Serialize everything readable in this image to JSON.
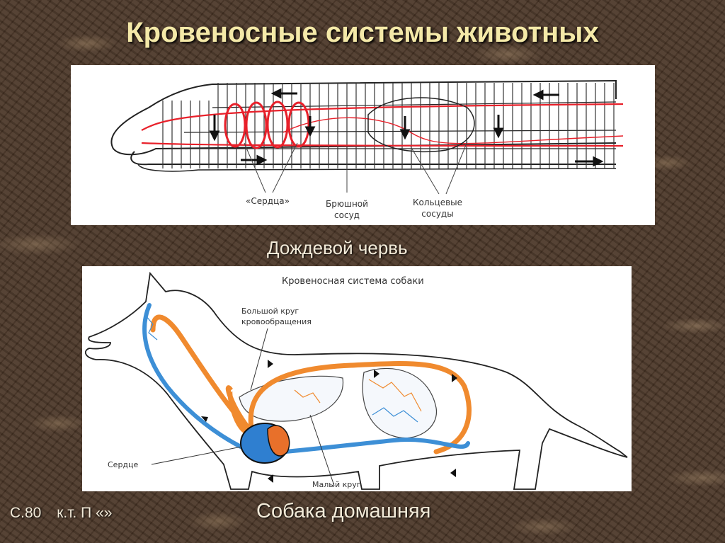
{
  "slide": {
    "title": "Кровеносные системы животных",
    "footnote": {
      "page": "С.80",
      "code": "к.т. П «»"
    }
  },
  "worm": {
    "caption": "Дождевой червь",
    "labels": {
      "hearts": "«Сердца»",
      "ventral_1": "Брюшной",
      "ventral_2": "сосуд",
      "ring_1": "Кольцевые",
      "ring_2": "сосуды"
    }
  },
  "dog": {
    "caption": "Собака домашняя",
    "labels": {
      "title": "Кровеносная система собаки",
      "systemic_1": "Большой круг",
      "systemic_2": "кровообращения",
      "heart": "Сердце",
      "pulmonary": "Малый круг"
    }
  },
  "colors": {
    "title": "#f4e9a8",
    "artery": "#f08a2e",
    "vein": "#3d8fd6",
    "worm_vessel": "#e8202a"
  }
}
